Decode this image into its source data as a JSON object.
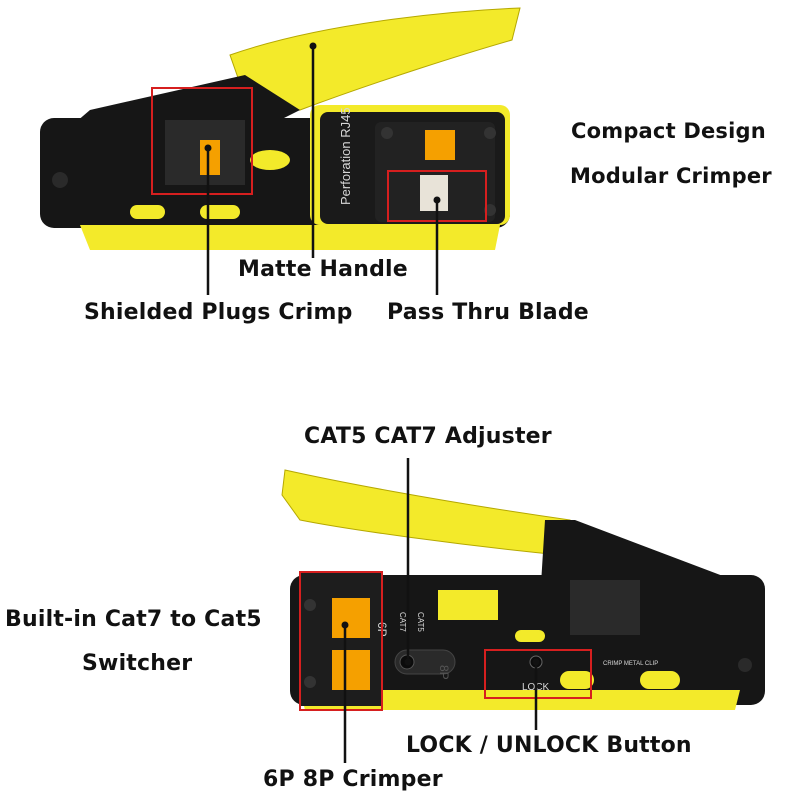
{
  "colors": {
    "body_black": "#141414",
    "handle_yellow": "#f3ea2a",
    "accent_orange": "#f5a000",
    "highlight_red": "#d61f1f",
    "text": "#111111",
    "background": "#ffffff"
  },
  "labels": {
    "compact_design": "Compact Design",
    "modular_crimper": "Modular Crimper",
    "matte_handle": "Matte Handle",
    "shielded_plugs_crimp": "Shielded Plugs Crimp",
    "pass_thru_blade": "Pass Thru Blade",
    "cat5_cat7_adjuster": "CAT5 CAT7 Adjuster",
    "builtin_switcher_line1": "Built-in Cat7 to Cat5",
    "builtin_switcher_line2": "Switcher",
    "lock_unlock_button": "LOCK / UNLOCK Button",
    "crimper_6p_8p": "6P 8P Crimper"
  },
  "tool_markings": {
    "top_tool_side_text": "Perforation RJ45",
    "bottom_tool_6p": "6P",
    "bottom_tool_8p": "8P",
    "bottom_tool_cat7": "CAT7",
    "bottom_tool_cat5": "CAT5",
    "bottom_tool_lock": "LOCK",
    "bottom_tool_clip": "CRIMP METAL CLIP"
  }
}
